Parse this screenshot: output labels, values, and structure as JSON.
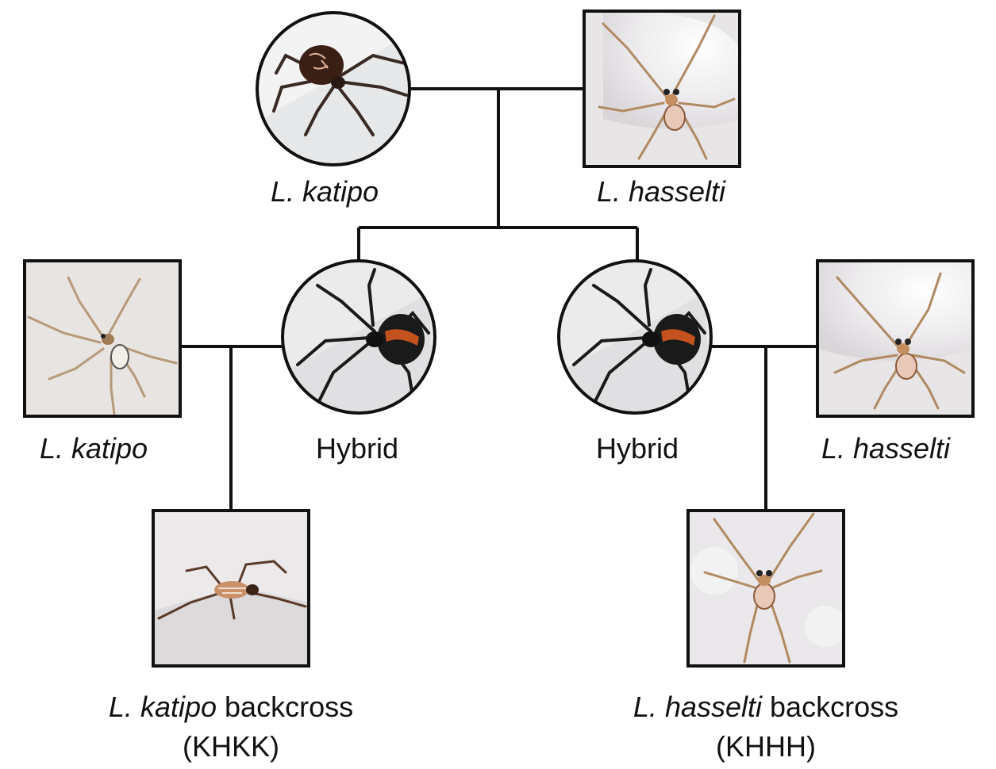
{
  "nodes": {
    "parent_katipo": {
      "genus": "L.",
      "species": "katipo",
      "shape": "circle"
    },
    "parent_hasselti": {
      "genus": "L.",
      "species": "hasselti",
      "shape": "square"
    },
    "backcross_katipo_parent": {
      "genus": "L.",
      "species": "katipo",
      "shape": "square"
    },
    "hybrid_left": {
      "label": "Hybrid",
      "shape": "circle"
    },
    "hybrid_right": {
      "label": "Hybrid",
      "shape": "circle"
    },
    "backcross_hasselti_parent": {
      "genus": "L.",
      "species": "hasselti",
      "shape": "square"
    },
    "katipo_backcross": {
      "genus": "L.",
      "species": "katipo",
      "suffix": "backcross",
      "code": "(KHKK)",
      "shape": "square"
    },
    "hasselti_backcross": {
      "genus": "L.",
      "species": "hasselti",
      "suffix": "backcross",
      "code": "(KHHH)",
      "shape": "square"
    }
  },
  "colors": {
    "line": "#111111",
    "photo_background": "#e7e5e6",
    "hybrid_body": "#1a1a1a",
    "hybrid_stripe": "#c4521f",
    "katipo_adult_body": "#3a1f14",
    "pale_spider_leg": "#b08a62"
  }
}
